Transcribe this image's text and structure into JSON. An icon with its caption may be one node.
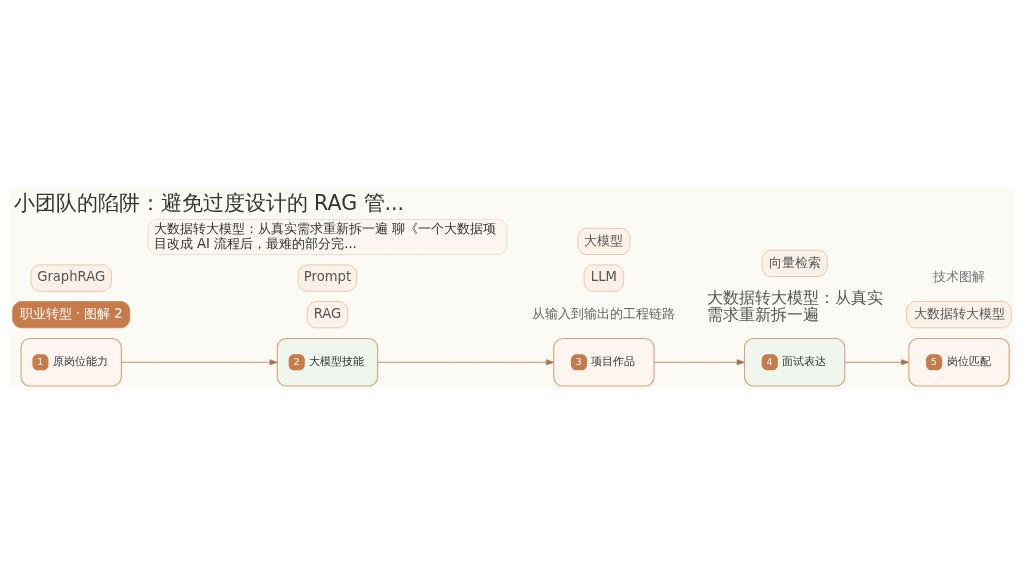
{
  "diagram": {
    "title": "小团队的陷阱：避免过度设计的 RAG 管...",
    "nodes": [
      {
        "text": [
          "1",
          "原岗位能力"
        ]
      },
      {
        "text": [
          "2",
          "大模型技能"
        ]
      },
      {
        "text": [
          "3",
          "项目作品"
        ]
      },
      {
        "text": [
          "4",
          "面试表达"
        ]
      },
      {
        "text": [
          "5",
          "岗位匹配"
        ]
      }
    ],
    "edges": [
      {
        "from": 0,
        "to": 1,
        "arrow": "to"
      },
      {
        "from": 1,
        "to": 2,
        "arrow": "to"
      },
      {
        "from": 2,
        "to": 3,
        "arrow": "to"
      },
      {
        "from": 3,
        "to": 4,
        "arrow": "to"
      }
    ],
    "labels": [
      "职业转型 · 图解 2",
      "大数据转大模型：从真实需求重新拆一遍",
      "从输入到输出的工程链路",
      "GraphRAG",
      "RAG",
      "Prompt",
      "LLM",
      "大模型",
      "向量检索",
      "大数据转大模型",
      "大数据转大模型：从真实需求重新拆一遍 聊《一个大数据项目改成 AI 流程后，最难的部分完...",
      "技术图解"
    ]
  }
}
